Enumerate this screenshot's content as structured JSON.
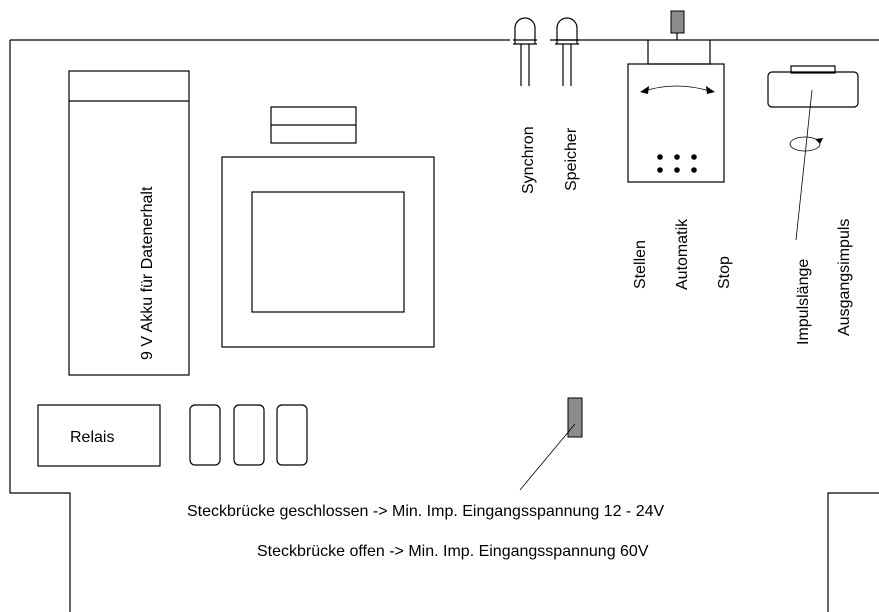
{
  "labels": {
    "battery": "9 V Akku für Datenerhalt",
    "relais": "Relais",
    "led_synchron": "Synchron",
    "led_speicher": "Speicher",
    "switch_stellen": "Stellen",
    "switch_automatik": "Automatik",
    "switch_stop": "Stop",
    "pot_impulslaenge": "Impulslänge",
    "pot_ausgangsimpuls": "Ausgangsimpuls",
    "jumper_closed": "Steckbrücke geschlossen -> Min. Imp. Eingangsspannung 12 - 24V",
    "jumper_open": "Steckbrücke offen -> Min. Imp. Eingangsspannung 60V"
  }
}
